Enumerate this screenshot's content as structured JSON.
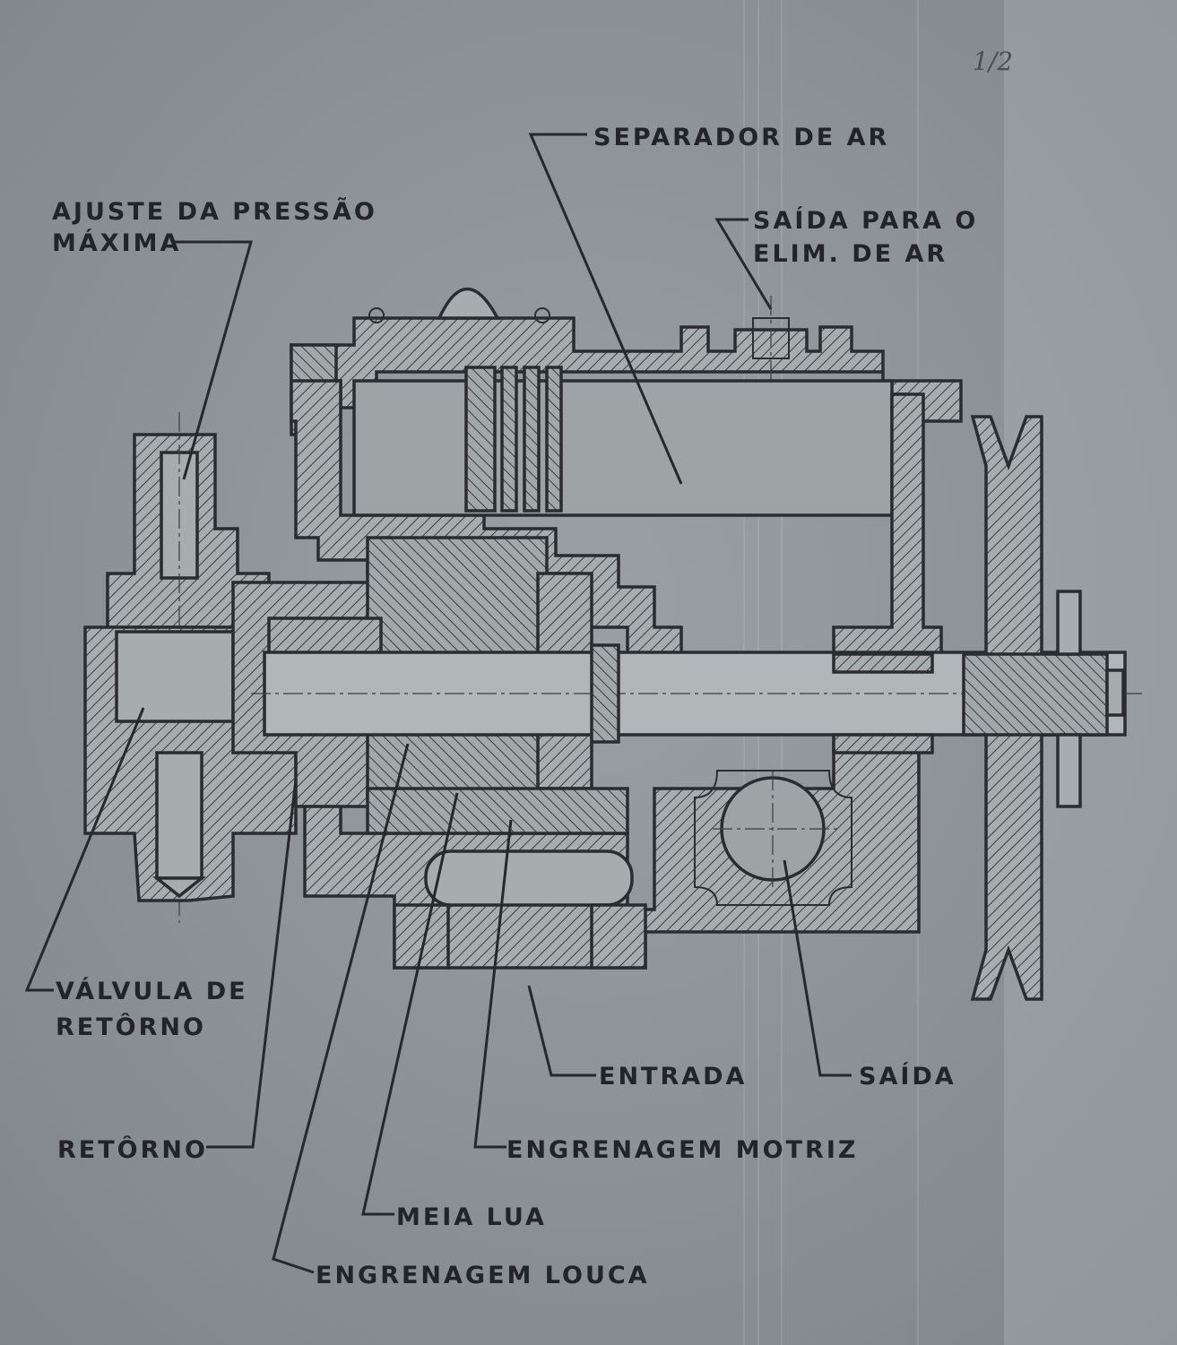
{
  "diagram": {
    "handwritten_note": "1/2",
    "labels": {
      "separador_de_ar": "SEPARADOR DE AR",
      "ajuste_line1": "AJUSTE DA PRESSÃO",
      "ajuste_line2": "MÁXIMA",
      "saida_para_line1": "SAÍDA PARA O",
      "saida_para_line2": "ELIM. DE AR",
      "valvula_line1": "VÁLVULA DE",
      "valvula_line2": "RETÔRNO",
      "entrada": "ENTRADA",
      "saida": "SAÍDA",
      "retorno": "RETÔRNO",
      "engrenagem_motriz": "ENGRENAGEM MOTRIZ",
      "meia_lua": "MEIA LUA",
      "engrenagem_louca": "ENGRENAGEM LOUCA"
    },
    "colors": {
      "background": "#8e9498",
      "ink": "#222427",
      "part_fill": "#a7acaf",
      "hatch": "#3a3c40"
    }
  }
}
